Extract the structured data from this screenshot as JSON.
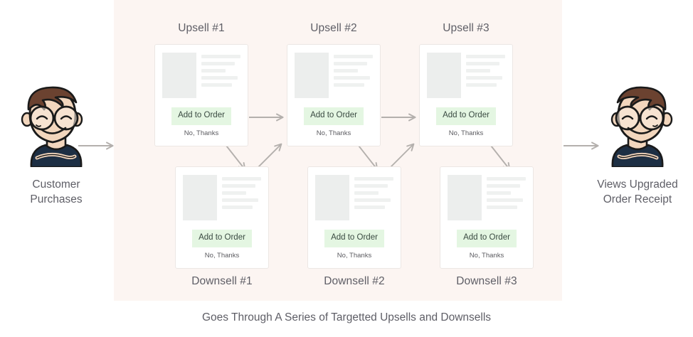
{
  "diagram": {
    "caption": "Goes Through A Series of Targetted Upsells and Downsells",
    "panel_color": "#fcf5f2",
    "background_color": "#ffffff",
    "text_color": "#5e5e66",
    "arrow_color": "#b4b0ad"
  },
  "personas": {
    "left": {
      "caption": "Customer\nPurchases",
      "art": "customer-avatar",
      "hair_color": "#6b4230",
      "shirt_color": "#1d2f44",
      "skin_color": "#f2d6bd"
    },
    "right": {
      "caption": "Views Upgraded\nOrder Receipt",
      "art": "customer-avatar-mirrored",
      "hair_color": "#6b4230",
      "shirt_color": "#1d2f44",
      "skin_color": "#f2d6bd"
    }
  },
  "card_defaults": {
    "cta_label": "Add to Order",
    "decline_label": "No, Thanks",
    "cta_bg": "#e4f6e2",
    "thumb_color": "#eceeed",
    "line_color": "#eff1f0",
    "line_widths": [
      "100%",
      "86%",
      "62%",
      "92%",
      "78%"
    ]
  },
  "upsells": [
    {
      "label": "Upsell #1",
      "cta_label": "Add to Order",
      "decline_label": "No, Thanks"
    },
    {
      "label": "Upsell #2",
      "cta_label": "Add to Order",
      "decline_label": "No, Thanks"
    },
    {
      "label": "Upsell #3",
      "cta_label": "Add to Order",
      "decline_label": "No, Thanks"
    }
  ],
  "downsells": [
    {
      "label": "Downsell #1",
      "cta_label": "Add to Order",
      "decline_label": "No, Thanks"
    },
    {
      "label": "Downsell #2",
      "cta_label": "Add to Order",
      "decline_label": "No, Thanks"
    },
    {
      "label": "Downsell #3",
      "cta_label": "Add to Order",
      "decline_label": "No, Thanks"
    }
  ]
}
